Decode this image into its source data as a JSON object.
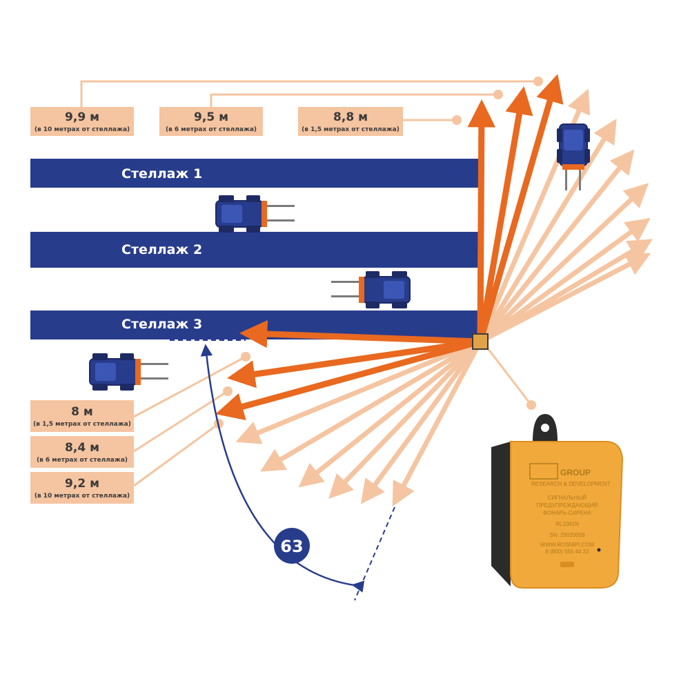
{
  "colors": {
    "rack": "#283c8c",
    "ray_dark": "#e8691f",
    "ray_light": "#f5c4a0",
    "label_bg": "#f5c4a0",
    "leader": "#f5c4a0",
    "angle_line": "#283c8c",
    "sensor_fill": "#e0a348",
    "device_body": "#f2a93b",
    "device_side": "#2b2b2b",
    "text_dark": "#3a3a3a"
  },
  "racks": [
    {
      "label": "Стеллаж 1"
    },
    {
      "label": "Стеллаж 2"
    },
    {
      "label": "Стеллаж 3"
    }
  ],
  "top_labels": [
    {
      "value": "9,9 м",
      "note": "(в 10 метрах от стеллажа)"
    },
    {
      "value": "9,5 м",
      "note": "(в 6 метрах от стеллажа)"
    },
    {
      "value": "8,8 м",
      "note": "(в 1,5 метрах от стеллажа)"
    }
  ],
  "left_labels": [
    {
      "value": "8 м",
      "note": "(в 1,5 метрах от стеллажа)"
    },
    {
      "value": "8,4 м",
      "note": "(в 6 метрах от стеллажа)"
    },
    {
      "value": "9,2 м",
      "note": "(в 10 метрах от стеллажа)"
    }
  ],
  "angle": {
    "value": "63"
  },
  "device": {
    "brand": "GROUP",
    "brand_sub": "RESEARCH & DEVELOPMENT",
    "line1": "СИГНАЛЬНЫЙ",
    "line2": "ПРЕДУПРЕЖДАЮЩИЙ",
    "line3": "ФОНАРЬ-СИРЕНА",
    "model": "RL1081N",
    "serial": "SN: 25020008",
    "site": "WWW.ROSNIPI.COM",
    "phone": "8 (800) 555 44 33"
  }
}
